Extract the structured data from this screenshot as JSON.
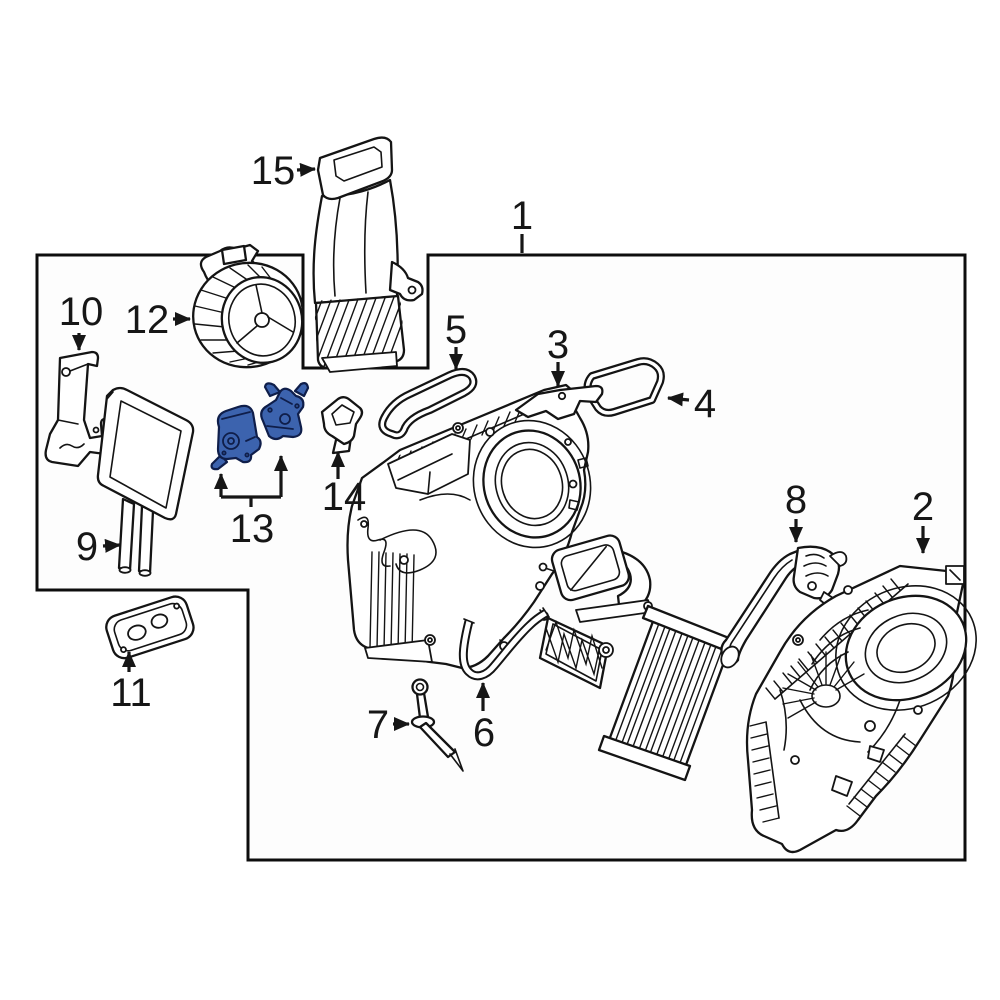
{
  "figure": {
    "type": "exploded-parts-diagram",
    "subject": "rear-hvac-evaporator-heater-assembly",
    "background_hex": "#ffffff",
    "line_hex": "#141414",
    "highlight_hex": "#3c63ae",
    "highlight_outline_hex": "#0f1e4a"
  },
  "callouts": {
    "c1": "1",
    "c2": "2",
    "c3": "3",
    "c4": "4",
    "c5": "5",
    "c6": "6",
    "c7": "7",
    "c8": "8",
    "c9": "9",
    "c10": "10",
    "c11": "11",
    "c12": "12",
    "c13": "13",
    "c14": "14",
    "c15": "15"
  }
}
